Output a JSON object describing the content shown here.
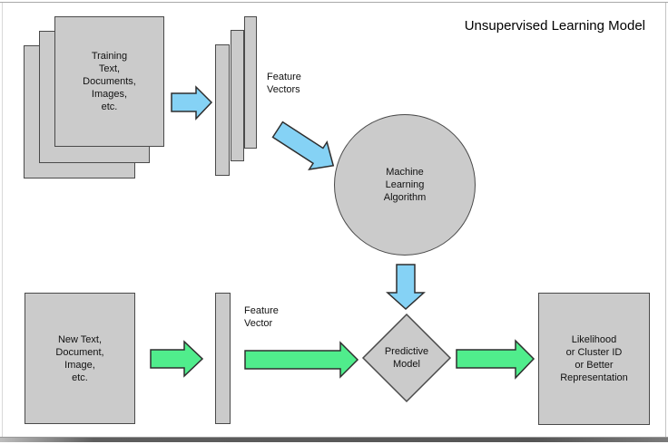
{
  "title": "Unsupervised Learning Model",
  "colors": {
    "shape_fill": "#cbcbcb",
    "shape_border": "#4a4a4a",
    "blue_arrow": "#85d2f5",
    "green_arrow": "#50ed8c",
    "arrow_border": "#2e2e2e",
    "text": "#111111",
    "frame": "#a8a8a8"
  },
  "nodes": {
    "training_docs": {
      "label": "Training\nText,\nDocuments,\nImages,\netc."
    },
    "feature_vectors": {
      "label": "Feature\nVectors"
    },
    "ml_algorithm": {
      "label": "Machine\nLearning\nAlgorithm"
    },
    "new_doc": {
      "label": "New Text,\nDocument,\nImage,\netc."
    },
    "feature_vector": {
      "label": "Feature\nVector"
    },
    "predictive_model": {
      "label": "Predictive\nModel"
    },
    "output": {
      "label": "Likelihood\nor Cluster ID\nor Better\nRepresentation"
    }
  }
}
